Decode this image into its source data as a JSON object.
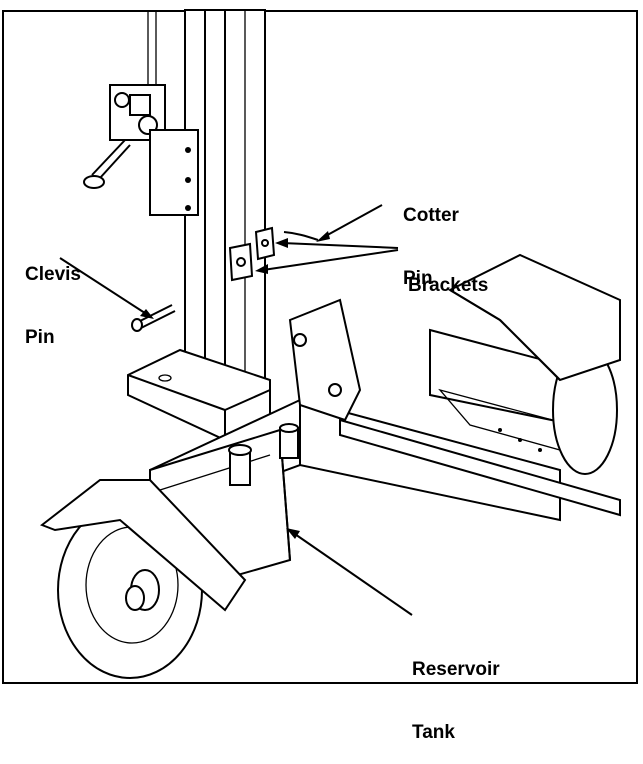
{
  "labels": {
    "cotter_pin": [
      "Cotter",
      "Pin"
    ],
    "clevis_pin": [
      "Clevis",
      "Pin"
    ],
    "brackets": [
      "Brackets"
    ],
    "reservoir_tank": [
      "Reservoir",
      "Tank"
    ]
  },
  "colors": {
    "ink": "#000000",
    "paper": "#ffffff"
  }
}
